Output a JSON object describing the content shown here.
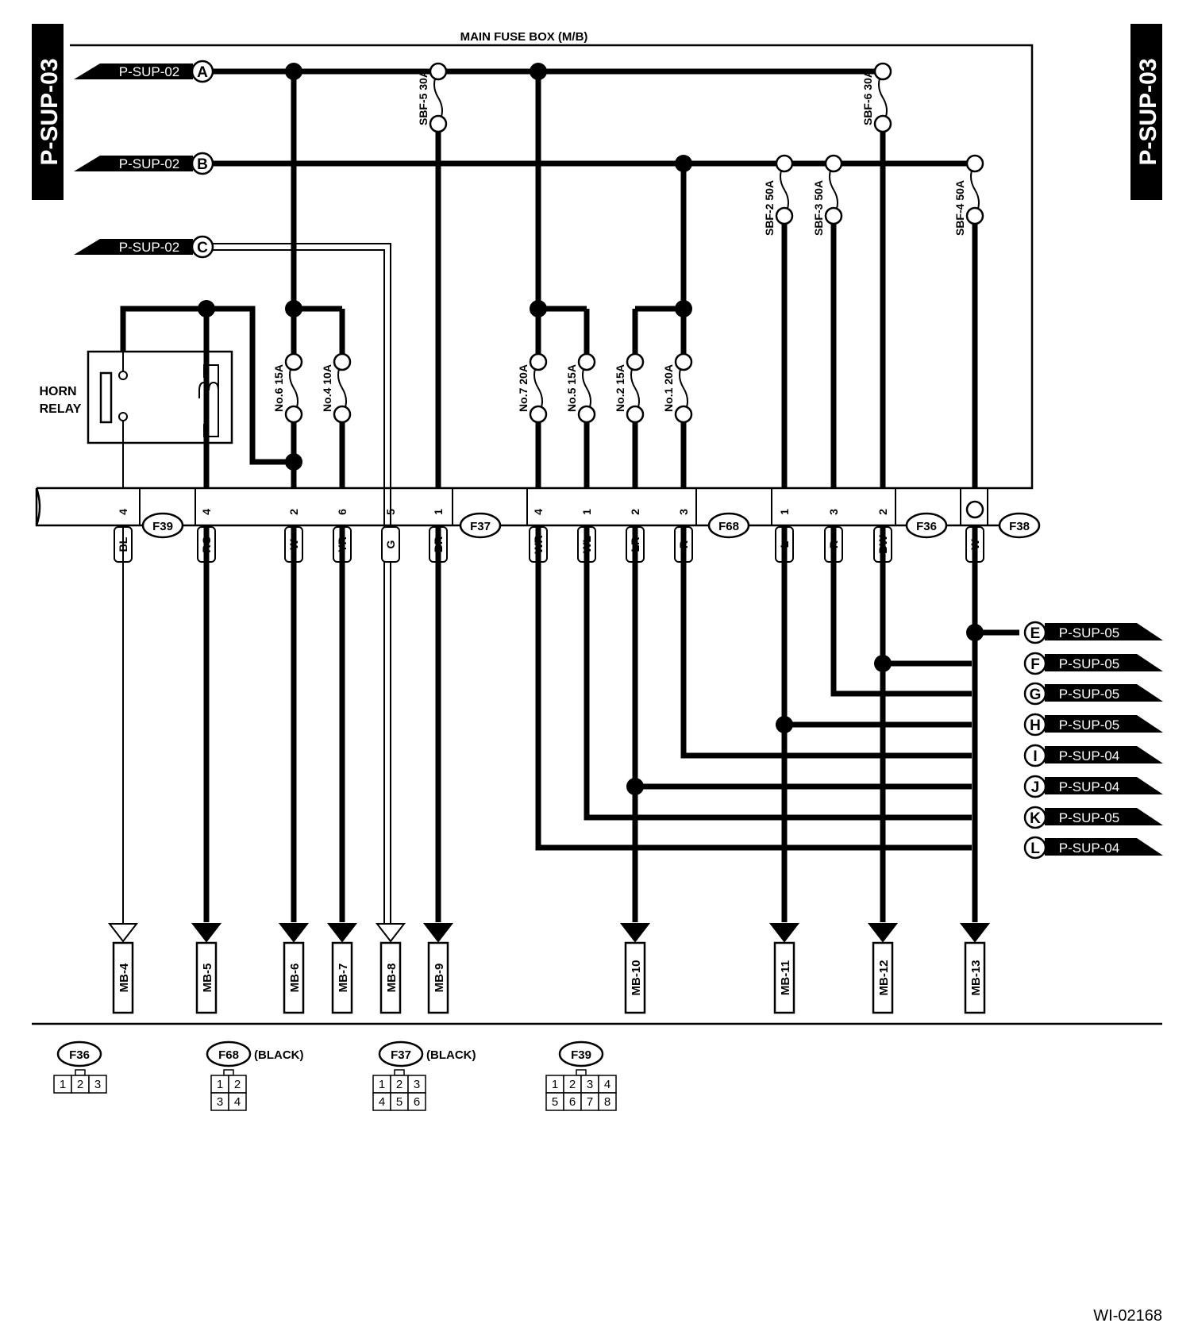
{
  "page_tag": "P-SUP-03",
  "main_fuse_box_title": "MAIN FUSE BOX (M/B)",
  "horn_relay": {
    "line1": "HORN",
    "line2": "RELAY"
  },
  "inputs": [
    {
      "letter": "A",
      "label": "P-SUP-02"
    },
    {
      "letter": "B",
      "label": "P-SUP-02"
    },
    {
      "letter": "C",
      "label": "P-SUP-02"
    }
  ],
  "fuses": [
    {
      "id": "sbf5",
      "label": "SBF-5 30A"
    },
    {
      "id": "sbf6",
      "label": "SBF-6 30A"
    },
    {
      "id": "sbf2",
      "label": "SBF-2 50A"
    },
    {
      "id": "sbf3",
      "label": "SBF-3 50A"
    },
    {
      "id": "sbf4",
      "label": "SBF-4 50A"
    },
    {
      "id": "no6",
      "label": "No.6 15A"
    },
    {
      "id": "no4",
      "label": "No.4 10A"
    },
    {
      "id": "no7",
      "label": "No.7 20A"
    },
    {
      "id": "no5",
      "label": "No.5 15A"
    },
    {
      "id": "no2",
      "label": "No.2 15A"
    },
    {
      "id": "no1",
      "label": "No.1 20A"
    }
  ],
  "connector_ids": [
    "F39",
    "F37",
    "F68",
    "F36",
    "F38"
  ],
  "pins": [
    {
      "conn": "F39",
      "pin": "4",
      "color": "BL",
      "dest": "MB-4"
    },
    {
      "conn": "F37",
      "pin": "4",
      "color": "RG",
      "dest": "MB-5"
    },
    {
      "conn": "F37",
      "pin": "2",
      "color": "W",
      "dest": "MB-6"
    },
    {
      "conn": "F37",
      "pin": "6",
      "color": "YR",
      "dest": "MB-7"
    },
    {
      "conn": "F37",
      "pin": "5",
      "color": "G",
      "dest": "MB-8"
    },
    {
      "conn": "F37",
      "pin": "1",
      "color": "BR",
      "dest": "MB-9"
    },
    {
      "conn": "F68",
      "pin": "4",
      "color": "WR",
      "dest": ""
    },
    {
      "conn": "F68",
      "pin": "1",
      "color": "WL",
      "dest": ""
    },
    {
      "conn": "F68",
      "pin": "2",
      "color": "LR",
      "dest": "MB-10"
    },
    {
      "conn": "F68",
      "pin": "3",
      "color": "R",
      "dest": ""
    },
    {
      "conn": "F36",
      "pin": "1",
      "color": "L",
      "dest": "MB-11"
    },
    {
      "conn": "F36",
      "pin": "3",
      "color": "R",
      "dest": ""
    },
    {
      "conn": "F36",
      "pin": "2",
      "color": "BW",
      "dest": "MB-12"
    },
    {
      "conn": "F38",
      "pin": "",
      "color": "W",
      "dest": "MB-13"
    }
  ],
  "outputs": [
    {
      "letter": "E",
      "label": "P-SUP-05"
    },
    {
      "letter": "F",
      "label": "P-SUP-05"
    },
    {
      "letter": "G",
      "label": "P-SUP-05"
    },
    {
      "letter": "H",
      "label": "P-SUP-05"
    },
    {
      "letter": "I",
      "label": "P-SUP-04"
    },
    {
      "letter": "J",
      "label": "P-SUP-04"
    },
    {
      "letter": "K",
      "label": "P-SUP-05"
    },
    {
      "letter": "L",
      "label": "P-SUP-04"
    }
  ],
  "legend": [
    {
      "id": "F36",
      "note": "",
      "rows": [
        [
          "1",
          "2",
          "3"
        ]
      ]
    },
    {
      "id": "F68",
      "note": "(BLACK)",
      "rows": [
        [
          "1",
          "2"
        ],
        [
          "3",
          "4"
        ]
      ]
    },
    {
      "id": "F37",
      "note": "(BLACK)",
      "rows": [
        [
          "1",
          "2",
          "3"
        ],
        [
          "4",
          "5",
          "6"
        ]
      ]
    },
    {
      "id": "F39",
      "note": "",
      "rows": [
        [
          "1",
          "2",
          "3",
          "4"
        ],
        [
          "5",
          "6",
          "7",
          "8"
        ]
      ]
    }
  ],
  "doc_code": "WI-02168"
}
